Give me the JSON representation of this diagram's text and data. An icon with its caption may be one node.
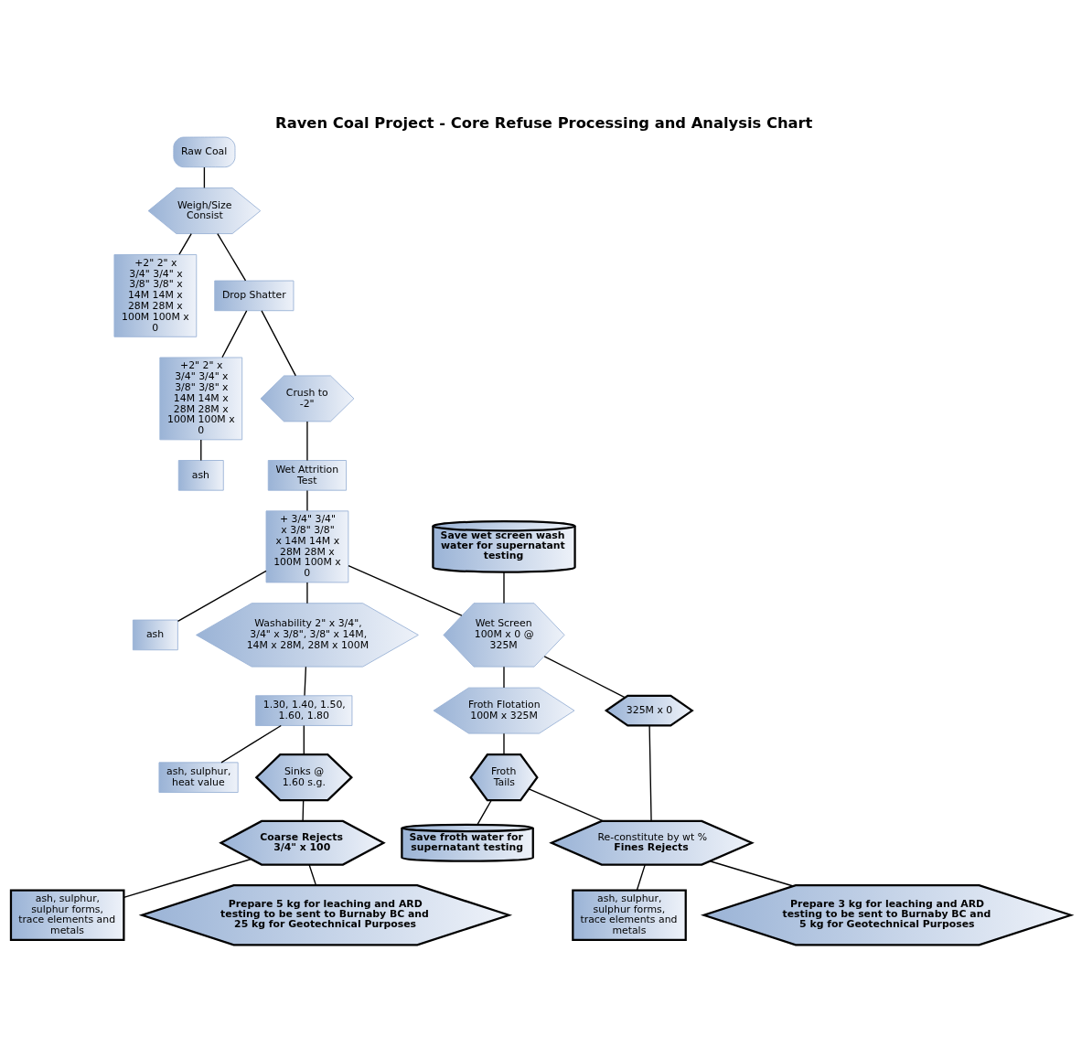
{
  "diagram": {
    "title": "Raven Coal Project - Core Refuse Processing and Analysis Chart",
    "nodes": [
      {
        "text": [
          "Raw Coal"
        ]
      },
      {
        "text": [
          "Weigh/Size Consist"
        ]
      },
      {
        "text": [
          "+2\" 2\" x 3/4\" 3/4\" x 3/8\" 3/8\" x 14M 14M x 28M 28M x 100M 100M x 0"
        ]
      },
      {
        "text": [
          "Drop Shatter"
        ]
      },
      {
        "text": [
          "+2\" 2\" x 3/4\" 3/4\" x 3/8\" 3/8\" x 14M 14M x 28M 28M x 100M 100M x 0"
        ]
      },
      {
        "text": [
          "ash"
        ]
      },
      {
        "text": [
          "Crush to -2\""
        ]
      },
      {
        "text": [
          "ash"
        ]
      },
      {
        "text": [
          "Wet Attrition Test"
        ]
      },
      {
        "text": [
          "+ 3/4\" 3/4\" x 3/8\" 3/8\" x 14M 14M x 28M 28M x 100M 100M x 0"
        ]
      },
      {
        "text": [
          "Washability 2\" x 3/4\", 3/4\" x 3/8\", 3/8\" x 14M, 14M x 28M, 28M x 100M"
        ]
      },
      {
        "text": [
          "1.30, 1.40, 1.50, 1.60, 1.80"
        ]
      },
      {
        "text": [
          "ash, sulphur, heat value"
        ]
      },
      {
        "text": [
          "Save wet screen wash water for supernatant testing"
        ]
      },
      {
        "text": [
          "Wet Screen 100M x 0 @ 325M"
        ]
      },
      {
        "text": [
          "Froth Flotation 100M x 325M"
        ]
      },
      {
        "text": [
          "Sinks @ 1.60 s.g."
        ]
      },
      {
        "text": [
          "325M x 0"
        ]
      },
      {
        "text": [
          "Froth Tails"
        ]
      },
      {
        "text": [
          "Coarse Rejects 3/4\" x 100"
        ]
      },
      {
        "text": [
          "ash, sulphur, sulphur forms, trace elements and metals"
        ]
      },
      {
        "text": [
          "Re-constitute by wt %",
          "Fines Rejects"
        ]
      },
      {
        "text": [
          "Save froth water for supernatant testing"
        ]
      },
      {
        "text": [
          "ash, sulphur, sulphur forms, trace elements and metals"
        ]
      },
      {
        "text": [
          "Prepare 3 kg for leaching and ARD testing to be sent to Burnaby BC and 5 kg for Geotechnical Purposes"
        ]
      },
      {
        "text": [
          "Prepare 5 kg for leaching and ARD testing to be sent to Burnaby BC and 25 kg for Geotechnical Purposes"
        ]
      }
    ],
    "edges": [
      {
        "from": 0,
        "to": 1,
        "arrow": "none"
      },
      {
        "from": 1,
        "to": 2,
        "arrow": "none"
      },
      {
        "from": 1,
        "to": 3,
        "arrow": "none"
      },
      {
        "from": 3,
        "to": 4,
        "arrow": "none"
      },
      {
        "from": 4,
        "to": 5,
        "arrow": "none"
      },
      {
        "from": 3,
        "to": 6,
        "arrow": "none"
      },
      {
        "from": 6,
        "to": 8,
        "arrow": "none"
      },
      {
        "from": 8,
        "to": 9,
        "arrow": "none"
      },
      {
        "from": 9,
        "to": 7,
        "arrow": "none"
      },
      {
        "from": 9,
        "to": 10,
        "arrow": "none"
      },
      {
        "from": 10,
        "to": 11,
        "arrow": "none"
      },
      {
        "from": 11,
        "to": 12,
        "arrow": "none"
      },
      {
        "from": 11,
        "to": 16,
        "arrow": "none"
      },
      {
        "from": 9,
        "to": 14,
        "arrow": "none"
      },
      {
        "from": 13,
        "to": 14,
        "arrow": "none"
      },
      {
        "from": 14,
        "to": 15,
        "arrow": "none"
      },
      {
        "from": 14,
        "to": 17,
        "arrow": "none"
      },
      {
        "from": 15,
        "to": 18,
        "arrow": "none"
      },
      {
        "from": 18,
        "to": 22,
        "arrow": "none"
      },
      {
        "from": 18,
        "to": 21,
        "arrow": "none"
      },
      {
        "from": 17,
        "to": 21,
        "arrow": "none"
      },
      {
        "from": 16,
        "to": 19,
        "arrow": "none"
      },
      {
        "from": 19,
        "to": 20,
        "arrow": "none"
      },
      {
        "from": 19,
        "to": 25,
        "arrow": "none"
      },
      {
        "from": 21,
        "to": 23,
        "arrow": "none"
      },
      {
        "from": 21,
        "to": 24,
        "arrow": "none"
      }
    ]
  }
}
